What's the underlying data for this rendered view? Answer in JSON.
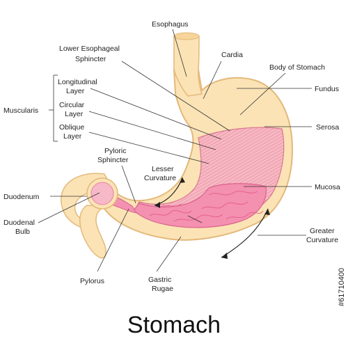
{
  "title": "Stomach",
  "watermark_id": "#61710400",
  "labels": {
    "esophagus": "Esophagus",
    "les_line1": "Lower Esophageal",
    "les_line2": "Sphincter",
    "cardia": "Cardia",
    "body_of_stomach": "Body of Stomach",
    "fundus": "Fundus",
    "muscularis": "Muscularis",
    "longitudinal_line1": "Longitudinal",
    "longitudinal_line2": "Layer",
    "circular_line1": "Circular",
    "circular_line2": "Layer",
    "oblique_line1": "Oblique",
    "oblique_line2": "Layer",
    "serosa": "Serosa",
    "pyloric_line1": "Pyloric",
    "pyloric_line2": "Sphincter",
    "lesser_line1": "Lesser",
    "lesser_line2": "Curvature",
    "duodenum": "Duodenum",
    "mucosa": "Mucosa",
    "duodenal_bulb_line1": "Duodenal",
    "duodenal_bulb_line2": "Bulb",
    "greater_line1": "Greater",
    "greater_line2": "Curvature",
    "pylorus": "Pylorus",
    "gastric_rugae_line1": "Gastric",
    "gastric_rugae_line2": "Rugae"
  },
  "colors": {
    "outer_wall": "#fbe3b6",
    "outer_stroke": "#e3b97a",
    "muscle_layer": "#f4a7b4",
    "mucosa": "#f490b0",
    "rugae": "#e25d8c",
    "bulb": "#f7b8c8"
  }
}
